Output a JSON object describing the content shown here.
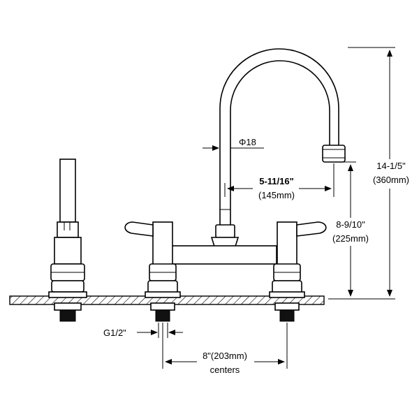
{
  "labels": {
    "overall_height": "14-1/5\"",
    "overall_height_mm": "(360mm)",
    "spout_height": "8-9/10\"",
    "spout_height_mm": "(225mm)",
    "spout_reach": "5-11/16\"",
    "spout_reach_mm": "(145mm)",
    "tube_diameter": "Φ18",
    "thread": "G1/2\"",
    "centers": "8\"(203mm)",
    "centers_word": "centers"
  }
}
